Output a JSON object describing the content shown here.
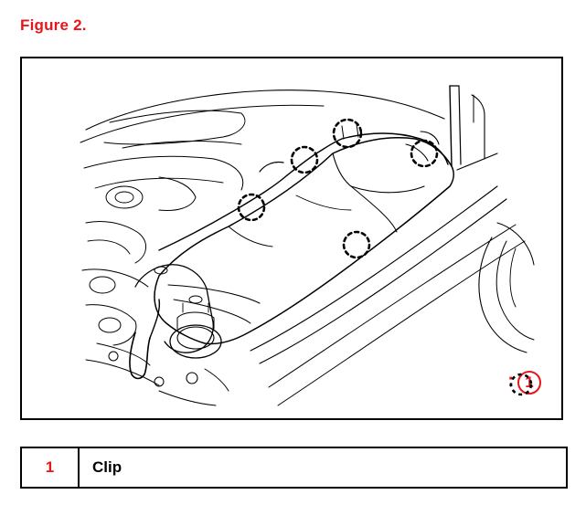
{
  "figure": {
    "title": "Figure 2."
  },
  "legend": {
    "colon": ":",
    "callout_number": "1"
  },
  "parts_table": {
    "rows": [
      {
        "number": "1",
        "name": "Clip"
      }
    ]
  },
  "colors": {
    "accent_red": "#e8151b",
    "line": "#000000"
  },
  "icons": {
    "clip_marker": "dashed-circle-icon"
  }
}
